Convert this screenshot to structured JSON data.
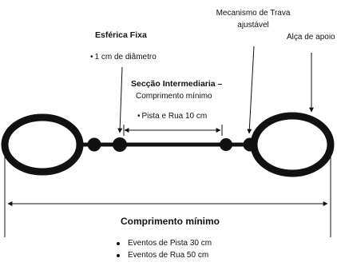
{
  "labels": {
    "fixed_sphere_title": "Esférica Fixa",
    "fixed_sphere_detail": "1 cm de diâmetro",
    "intermediate_title": "Secção Intermediaria –",
    "intermediate_subtitle": "Comprimento mínimo",
    "intermediate_detail": "Pista e Rua 10 cm",
    "lock_mechanism_line1": "Mecanismo de Trava",
    "lock_mechanism_line2": "ajustável",
    "handle_label": "Alça de apoio",
    "min_length_title": "Comprimento mínimo",
    "min_length_items": [
      "Eventos de Pista 30 cm",
      "Eventos de Rua 50 cm"
    ]
  }
}
